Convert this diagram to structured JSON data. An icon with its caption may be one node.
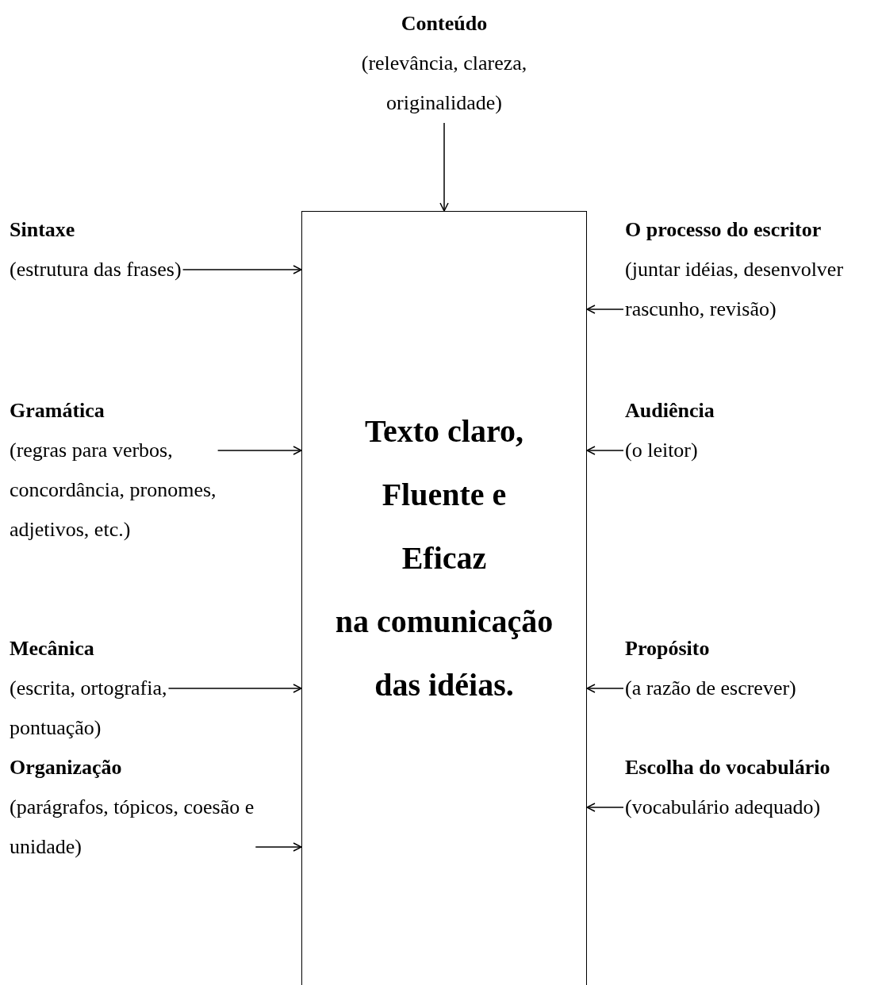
{
  "diagram": {
    "nodes": [
      {
        "text": [
          "Conteúdo",
          "(relevância, clareza, originalidade)"
        ]
      },
      {
        "text": [
          "Texto claro,",
          "Fluente e",
          "Eficaz",
          "na comunicação",
          "das idéias."
        ]
      },
      {
        "text": [
          "Sintaxe",
          "(estrutura das frases)"
        ]
      },
      {
        "text": [
          "Gramática",
          "(regras para verbos, concordância, pronomes, adjetivos, etc.)"
        ]
      },
      {
        "text": [
          "Mecânica",
          "(escrita, ortografia, pontuação)"
        ]
      },
      {
        "text": [
          "Organização",
          "(parágrafos, tópicos, coesão e unidade)"
        ]
      },
      {
        "text": [
          "O processo do escritor",
          "(juntar idéias, desenvolver rascunho, revisão)"
        ]
      },
      {
        "text": [
          "Audiência",
          "(o leitor)"
        ]
      },
      {
        "text": [
          "Propósito",
          "(a razão de escrever)"
        ]
      },
      {
        "text": [
          "Escolha do vocabulário",
          "(vocabulário adequado)"
        ]
      }
    ],
    "edges": [
      {
        "from": 0,
        "to": 1,
        "arrow": "to"
      },
      {
        "from": 2,
        "to": 1,
        "arrow": "to"
      },
      {
        "from": 3,
        "to": 1,
        "arrow": "to"
      },
      {
        "from": 4,
        "to": 1,
        "arrow": "to"
      },
      {
        "from": 5,
        "to": 1,
        "arrow": "to"
      },
      {
        "from": 6,
        "to": 1,
        "arrow": "to"
      },
      {
        "from": 7,
        "to": 1,
        "arrow": "to"
      },
      {
        "from": 8,
        "to": 1,
        "arrow": "to"
      },
      {
        "from": 9,
        "to": 1,
        "arrow": "to"
      }
    ]
  }
}
